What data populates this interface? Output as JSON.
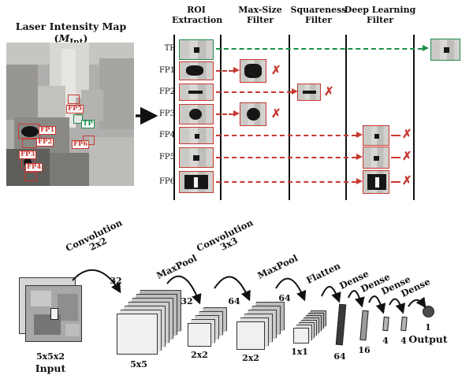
{
  "colors": {
    "reject_red": "#c63a32",
    "accept_green": "#1e8e4c",
    "ink": "#111111"
  },
  "map": {
    "title_prefix": "Laser Intensity Map (",
    "title_var": "M",
    "title_sub": "Int",
    "title_suffix": ")",
    "regions": [
      {
        "id": "FP5",
        "type": "false-positive"
      },
      {
        "id": "TP",
        "type": "true-positive"
      },
      {
        "id": "FP1",
        "type": "false-positive"
      },
      {
        "id": "FP2",
        "type": "false-positive"
      },
      {
        "id": "FP6",
        "type": "false-positive"
      },
      {
        "id": "FP3",
        "type": "false-positive"
      },
      {
        "id": "FP4",
        "type": "false-positive"
      }
    ]
  },
  "pipeline": {
    "columns": [
      {
        "line1": "ROI",
        "line2": "Extraction"
      },
      {
        "line1": "Max-Size",
        "line2": "Filter"
      },
      {
        "line1": "Squareness",
        "line2": "Filter"
      },
      {
        "line1": "Deep Learning",
        "line2": "Filter"
      }
    ],
    "rows": [
      {
        "label": "TP",
        "outcome": "accepted"
      },
      {
        "label": "FP1",
        "outcome": "rejected",
        "rejected_by": "Max-Size Filter"
      },
      {
        "label": "FP2",
        "outcome": "rejected",
        "rejected_by": "Squareness Filter"
      },
      {
        "label": "FP3",
        "outcome": "rejected",
        "rejected_by": "Max-Size Filter"
      },
      {
        "label": "FP4",
        "outcome": "rejected",
        "rejected_by": "Deep Learning Filter"
      },
      {
        "label": "FP5",
        "outcome": "rejected",
        "rejected_by": "Deep Learning Filter"
      },
      {
        "label": "FP6",
        "outcome": "rejected",
        "rejected_by": "Deep Learning Filter"
      }
    ],
    "reject_symbol": "✗"
  },
  "cnn": {
    "input": {
      "label": "Input",
      "size": "5x5x2"
    },
    "ops": [
      {
        "line1": "Convolution",
        "line2": "2x2"
      },
      {
        "line1": "MaxPool"
      },
      {
        "line1": "Convolution",
        "line2": "3x3"
      },
      {
        "line1": "MaxPool"
      },
      {
        "line1": "Flatten"
      },
      {
        "line1": "Dense"
      },
      {
        "line1": "Dense"
      },
      {
        "line1": "Dense"
      },
      {
        "line1": "Dense"
      }
    ],
    "stacks": [
      {
        "count": "32",
        "size": "5x5"
      },
      {
        "count": "32",
        "size": "2x2"
      },
      {
        "count": "64",
        "size": "2x2"
      },
      {
        "count": "64",
        "size": "1x1"
      }
    ],
    "vectors": [
      {
        "size": "64"
      },
      {
        "size": "16"
      },
      {
        "size": "4"
      },
      {
        "size": "4"
      }
    ],
    "output": {
      "label": "Output",
      "size": "1"
    }
  }
}
